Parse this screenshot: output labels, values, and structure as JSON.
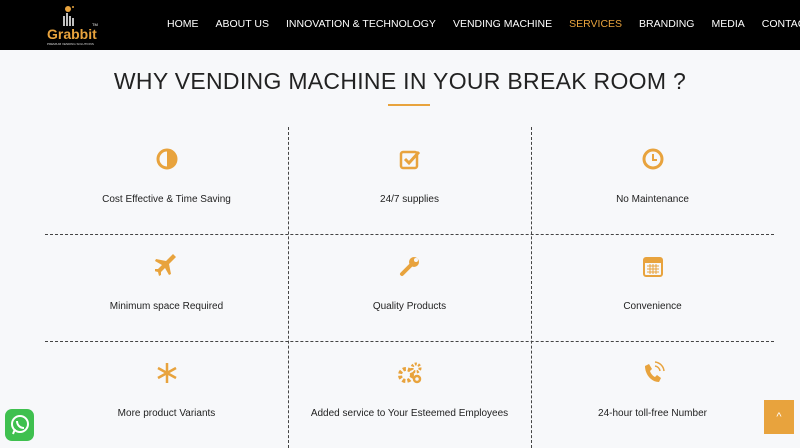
{
  "brand": {
    "name": "Grabbit",
    "tagline": "PREMIUM VENDING SOLUTIONS",
    "tm": "TM"
  },
  "nav": [
    {
      "label": "HOME"
    },
    {
      "label": "ABOUT US"
    },
    {
      "label": "INNOVATION & TECHNOLOGY"
    },
    {
      "label": "VENDING MACHINE"
    },
    {
      "label": "SERVICES",
      "active": true
    },
    {
      "label": "BRANDING"
    },
    {
      "label": "MEDIA"
    },
    {
      "label": "CONTACT US"
    }
  ],
  "title": "WHY VENDING MACHINE IN YOUR BREAK ROOM ?",
  "features": [
    {
      "icon": "half-circle-icon",
      "label": "Cost Effective & Time Saving"
    },
    {
      "icon": "checkbox-icon",
      "label": "24/7 supplies"
    },
    {
      "icon": "clock-icon",
      "label": "No Maintenance"
    },
    {
      "icon": "plane-icon",
      "label": "Minimum space Required"
    },
    {
      "icon": "wrench-icon",
      "label": "Quality Products"
    },
    {
      "icon": "calendar-icon",
      "label": "Convenience"
    },
    {
      "icon": "snowflake-icon",
      "label": "More product Variants"
    },
    {
      "icon": "gears-icon",
      "label": "Added service to Your Esteemed Employees"
    },
    {
      "icon": "phone-icon",
      "label": "24-hour toll-free Number"
    }
  ],
  "scroll_top": "^",
  "colors": {
    "accent": "#e8a33d",
    "nav_bg": "#000000",
    "whatsapp": "#3fc04f"
  }
}
